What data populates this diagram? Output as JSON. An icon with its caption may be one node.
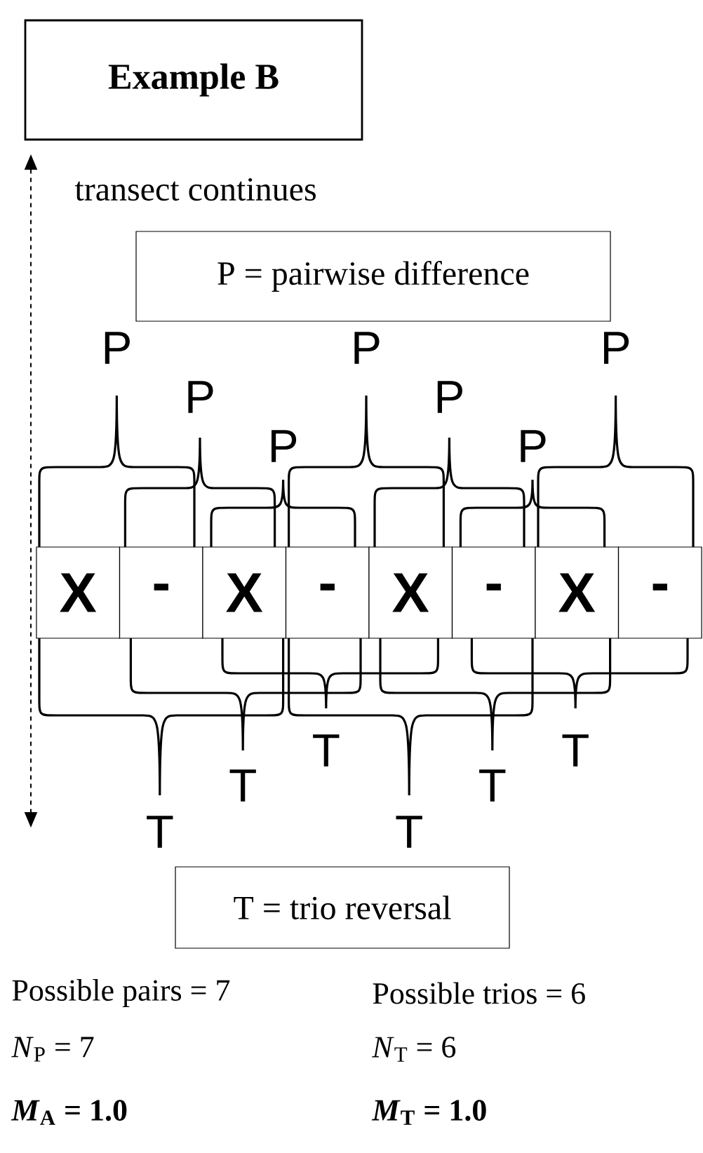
{
  "diagram": {
    "title": "Example B",
    "nodes": [
      {
        "text": [
          "P = pairwise difference"
        ]
      },
      {
        "text": [
          "X"
        ]
      },
      {
        "text": [
          "-"
        ]
      },
      {
        "text": [
          "X"
        ]
      },
      {
        "text": [
          "-"
        ]
      },
      {
        "text": [
          "X"
        ]
      },
      {
        "text": [
          "-"
        ]
      },
      {
        "text": [
          "X"
        ]
      },
      {
        "text": [
          "-"
        ]
      },
      {
        "text": [
          "T = trio reversal"
        ]
      }
    ],
    "labels": [
      "transect continues",
      "P",
      "P",
      "P",
      "P",
      "P",
      "P",
      "P",
      "T",
      "T",
      "T",
      "T",
      "T",
      "T",
      "Possible pairs = 7",
      "Possible trios = 6",
      "*N*$_{P}$ = 7",
      "*N*$_{T}$ = 6",
      "*M*$_{A}$ = 1.0",
      "*M*$_{T}$ = 1.0"
    ]
  }
}
